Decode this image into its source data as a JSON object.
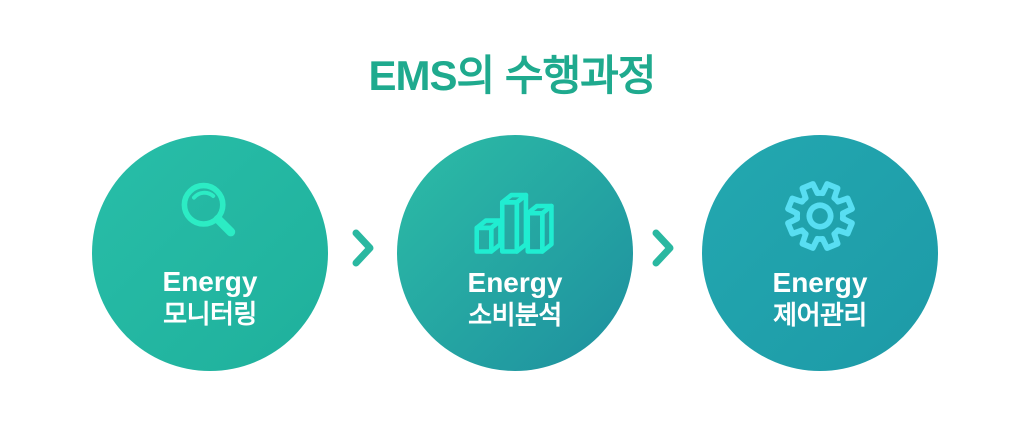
{
  "title": "EMS의 수행과정",
  "colors": {
    "title": "#1faa8e",
    "circle1_start": "#28bea8",
    "circle1_end": "#1fb09c",
    "circle2_start": "#2cbda6",
    "circle2_end": "#1e8f9f",
    "circle3_start": "#23a8b0",
    "circle3_end": "#1d9aa7",
    "chevron": "#2ab8a1",
    "icon_magnifier": "#2cecc4",
    "icon_chart": "#20edd1",
    "icon_gear": "#58def2",
    "step_text": "#ffffff"
  },
  "steps": [
    {
      "icon": "magnifier-icon",
      "line1": "Energy",
      "line2": "모니터링"
    },
    {
      "icon": "bar-chart-icon",
      "line1": "Energy",
      "line2": "소비분석"
    },
    {
      "icon": "gear-icon",
      "line1": "Energy",
      "line2": "제어관리"
    }
  ],
  "connectors": [
    {
      "icon": "chevron-right-icon"
    },
    {
      "icon": "chevron-right-icon"
    }
  ]
}
